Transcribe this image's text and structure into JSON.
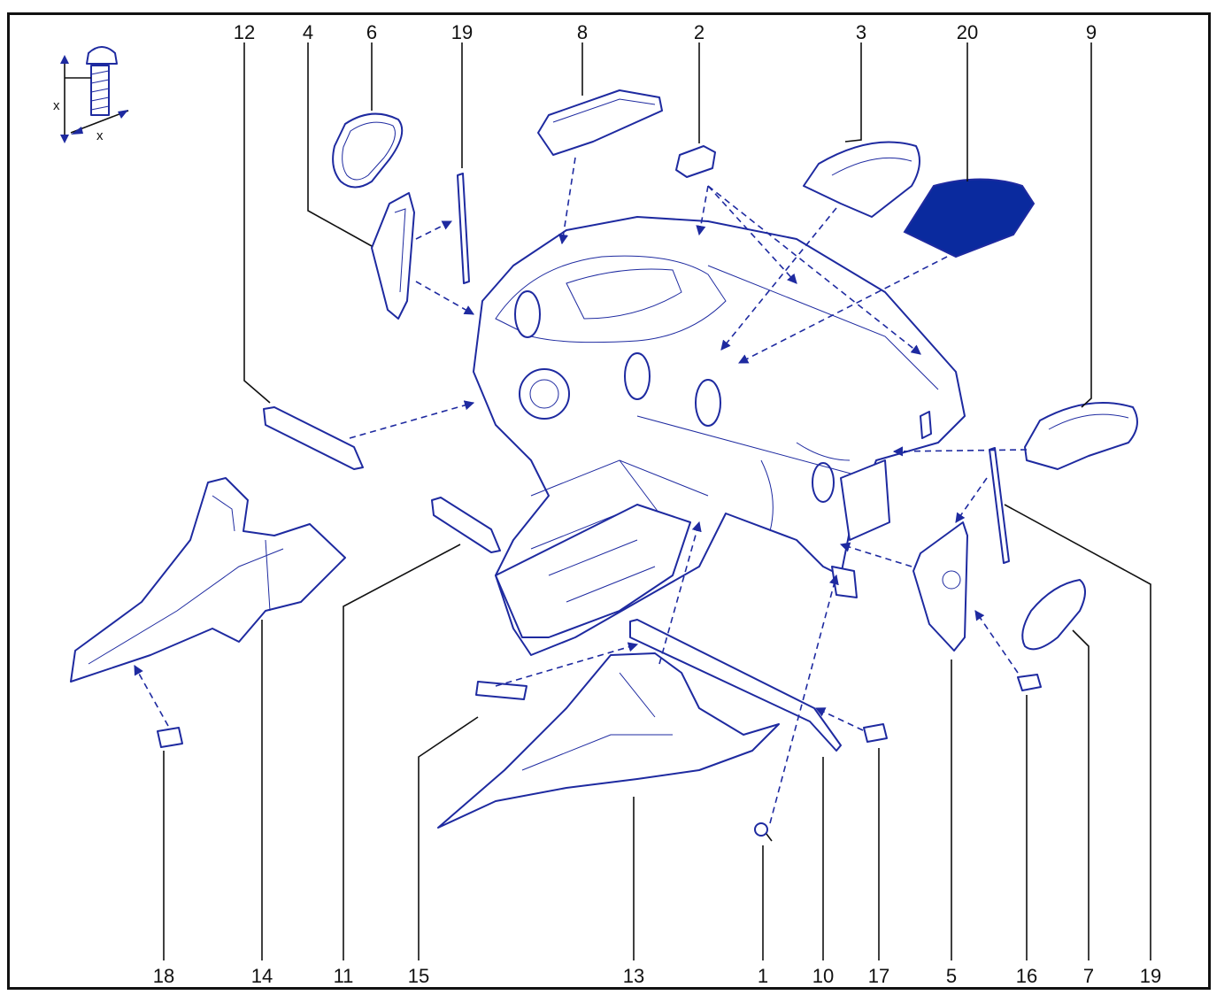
{
  "callouts_top": [
    "12",
    "4",
    "6",
    "19",
    "8",
    "2",
    "3",
    "20",
    "9"
  ],
  "callouts_bottom": [
    "18",
    "14",
    "11",
    "15",
    "13",
    "1",
    "10",
    "17",
    "5",
    "16",
    "7",
    "19"
  ],
  "screw_symbol": {
    "dim_label_vertical": "x",
    "dim_label_horizontal": "x"
  },
  "colors": {
    "line": "#1e2aa0",
    "fill_highlight": "#0a2a9e",
    "text": "#111111"
  }
}
